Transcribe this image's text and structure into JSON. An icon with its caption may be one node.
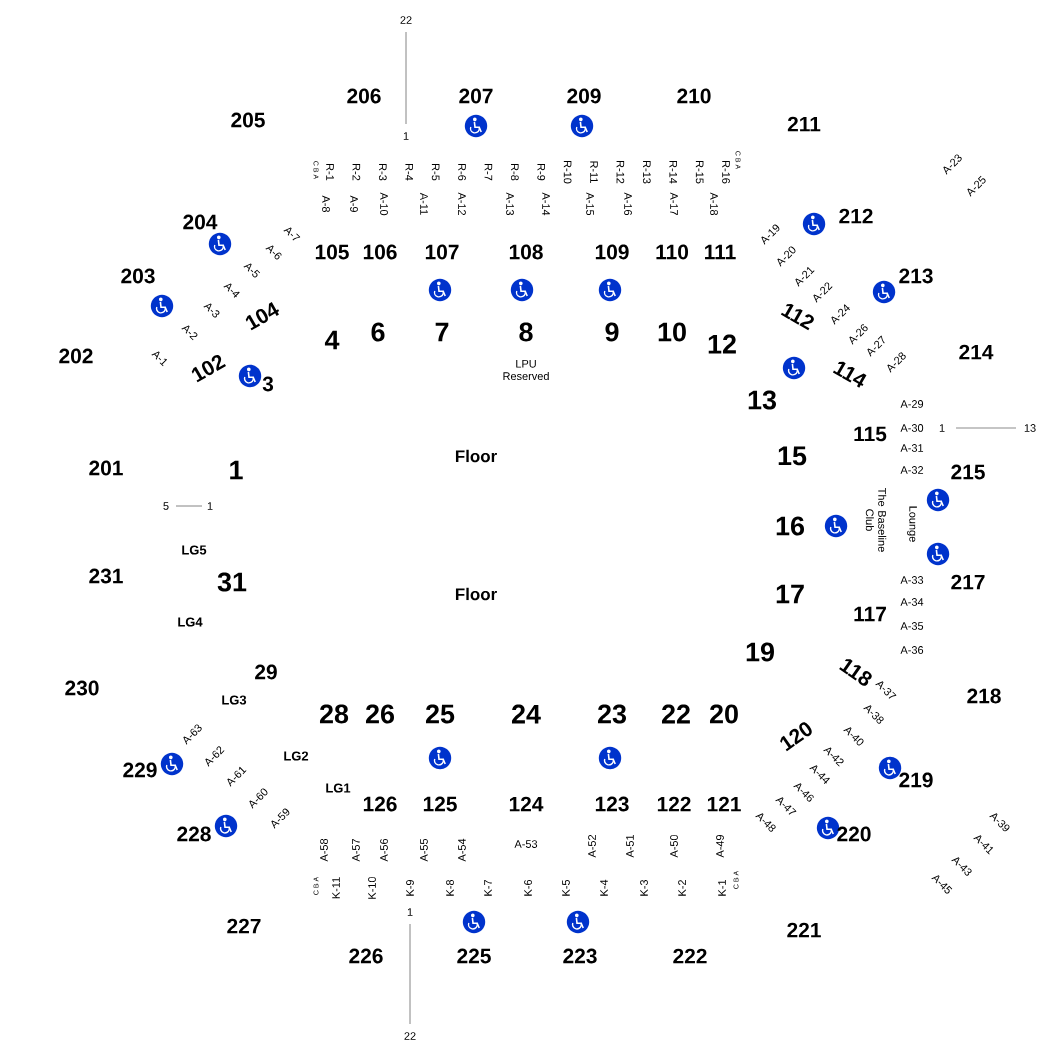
{
  "diagram": {
    "labels": [
      "22",
      "206",
      "207",
      "209",
      "210",
      "205",
      "211",
      "1",
      "C B A",
      "R-1",
      "R-2",
      "R-3",
      "R-4",
      "R-5",
      "R-6",
      "R-7",
      "R-8",
      "R-9",
      "R-10",
      "R-11",
      "R-12",
      "R-13",
      "R-14",
      "R-15",
      "R-16",
      "C B A",
      "A-23",
      "A-25",
      "A-8",
      "A-9",
      "A-10",
      "A-11",
      "A-12",
      "A-13",
      "A-14",
      "A-15",
      "A-16",
      "A-17",
      "A-18",
      "A-7",
      "A-6",
      "A-5",
      "A-4",
      "A-3",
      "A-2",
      "A-1",
      "204",
      "212",
      "A-19",
      "A-20",
      "A-21",
      "A-22",
      "A-24",
      "A-26",
      "A-27",
      "A-28",
      "105",
      "106",
      "107",
      "108",
      "109",
      "110",
      "111",
      "203",
      "213",
      "104",
      "112",
      "4",
      "6",
      "7",
      "8",
      "9",
      "10",
      "12",
      "202",
      "214",
      "102",
      "3",
      "LPU Reserved",
      "114",
      "13",
      "A-29",
      "A-30",
      "1",
      "13",
      "115",
      "A-31",
      "Floor",
      "15",
      "A-32",
      "201",
      "1",
      "215",
      "5",
      "1",
      "16",
      "The Baseline Club",
      "Lounge",
      "LG5",
      "231",
      "31",
      "A-33",
      "217",
      "Floor",
      "17",
      "A-34",
      "117",
      "LG4",
      "A-35",
      "A-36",
      "19",
      "29",
      "118",
      "A-37",
      "218",
      "230",
      "LG3",
      "28",
      "26",
      "25",
      "24",
      "23",
      "22",
      "20",
      "A-38",
      "A-63",
      "LG2",
      "A-62",
      "120",
      "A-40",
      "229",
      "A-61",
      "A-42",
      "219",
      "LG1",
      "A-44",
      "A-60",
      "A-46",
      "126",
      "125",
      "124",
      "123",
      "122",
      "121",
      "A-47",
      "A-59",
      "A-48",
      "A-39",
      "228",
      "220",
      "A-58",
      "A-57",
      "A-56",
      "A-55",
      "A-54",
      "A-53",
      "A-52",
      "A-51",
      "A-50",
      "A-49",
      "A-41",
      "A-43",
      "C B A",
      "K-11",
      "K-10",
      "K-9",
      "K-8",
      "K-7",
      "K-6",
      "K-5",
      "K-4",
      "K-3",
      "K-2",
      "K-1",
      "C B A",
      "A-45",
      "1",
      "227",
      "221",
      "226",
      "225",
      "223",
      "222",
      "22"
    ]
  }
}
